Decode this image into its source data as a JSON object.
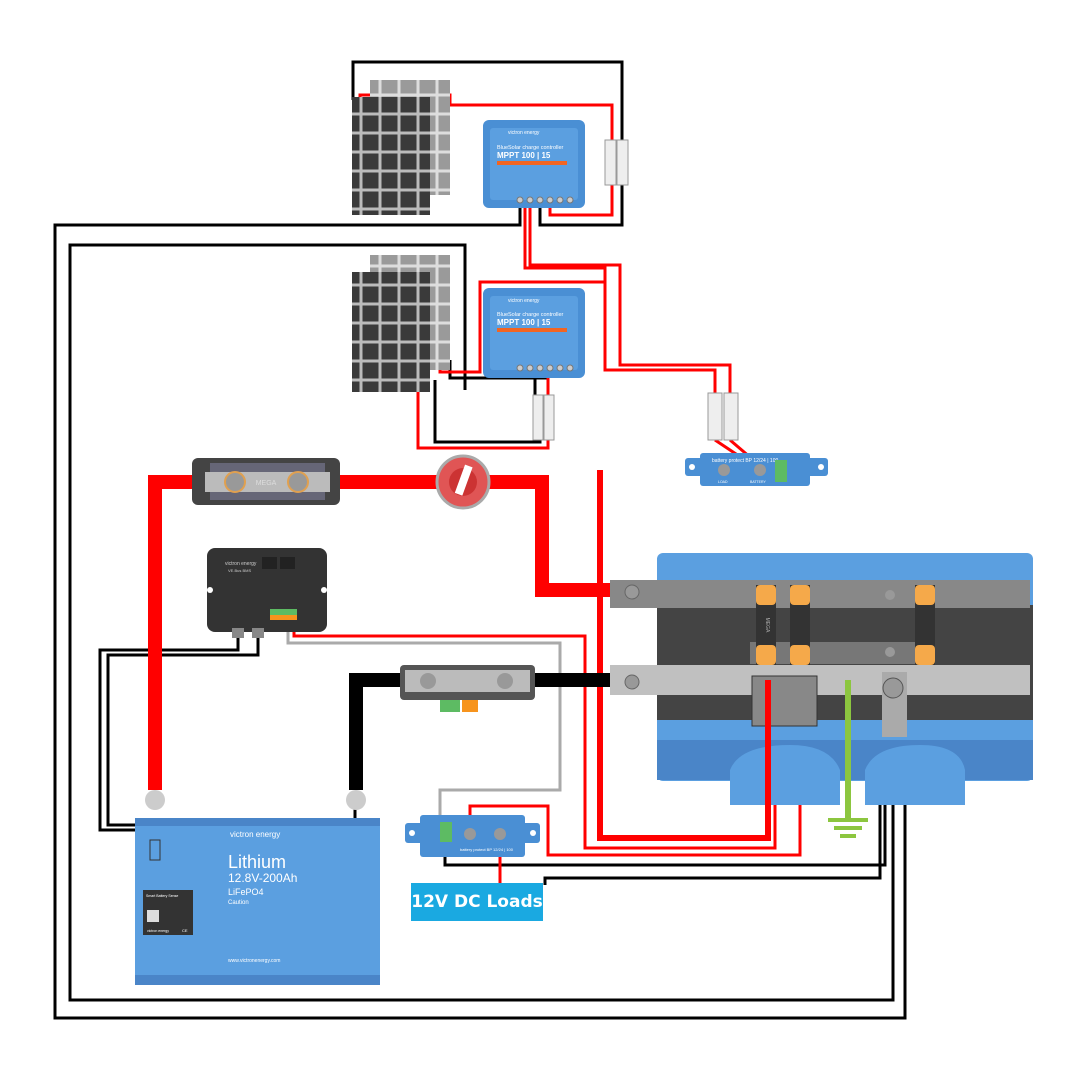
{
  "colors": {
    "positive": "#ff0000",
    "negative": "#000000",
    "ground": "#8cc63f",
    "victron_blue": "#4a8fd4",
    "loads_label": "#1aa9e1"
  },
  "mppt_1": {
    "brand": "victron energy",
    "line": "BlueSolar charge controller",
    "model": "MPPT 100 | 15"
  },
  "mppt_2": {
    "brand": "victron energy",
    "line": "BlueSolar charge controller",
    "model": "MPPT 100 | 15"
  },
  "mega_fuse": {
    "label": "MEGA"
  },
  "bms": {
    "brand": "victron energy",
    "model": "VE.Bus BMS"
  },
  "battery_protect_top": {
    "title": "battery protect BP 12/24 | 100",
    "load": "LOAD",
    "battery": "BATTERY"
  },
  "battery_protect_bottom": {
    "title": "battery protect BP 12/24 | 100"
  },
  "battery": {
    "brand": "victron energy",
    "chemistry_title": "Lithium",
    "rating": "12.8V-200Ah",
    "type": "LiFePO4",
    "caution": "Caution",
    "url": "www.victronenergy.com"
  },
  "battery_sense": {
    "title": "Smart Battery Sense",
    "brand": "victron energy",
    "ce": "CE"
  },
  "inverter_fuses": {
    "label": "MEGA"
  },
  "loads": {
    "label": "12V DC Loads"
  }
}
